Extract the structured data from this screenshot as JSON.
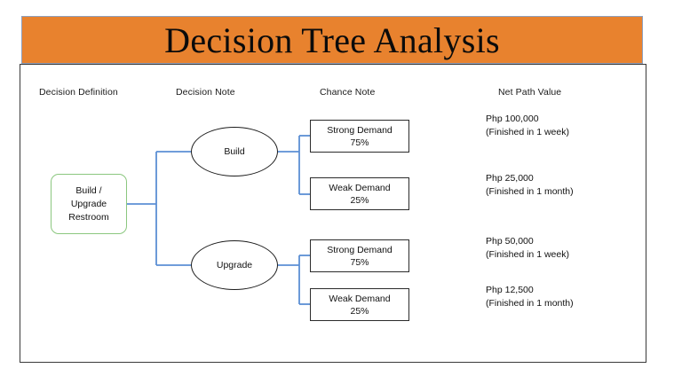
{
  "title": "Decision Tree Analysis",
  "colors": {
    "banner": "#E8822E",
    "panel_border": "#3a3a3a",
    "connector": "#5B8FD4",
    "root_border": "#8BC77F",
    "node_border": "#1c1c1c"
  },
  "columns": [
    {
      "label": "Decision Definition"
    },
    {
      "label": "Decision Note"
    },
    {
      "label": "Chance Note"
    },
    {
      "label": "Net Path Value"
    }
  ],
  "root": {
    "label": "Build /\nUpgrade\nRestroom"
  },
  "decisions": [
    {
      "label": "Build"
    },
    {
      "label": "Upgrade"
    }
  ],
  "chance_nodes": [
    {
      "name": "Strong Demand",
      "probability": "75%"
    },
    {
      "name": "Weak Demand",
      "probability": "25%"
    },
    {
      "name": "Strong Demand",
      "probability": "75%"
    },
    {
      "name": "Weak Demand",
      "probability": "25%"
    }
  ],
  "net_path_values": [
    {
      "amount": "Php 100,000",
      "note": "(Finished in 1 week)"
    },
    {
      "amount": "Php 25,000",
      "note": "(Finished in 1 month)"
    },
    {
      "amount": "Php 50,000",
      "note": "(Finished in 1 week)"
    },
    {
      "amount": "Php 12,500",
      "note": "(Finished in 1 month)"
    }
  ]
}
